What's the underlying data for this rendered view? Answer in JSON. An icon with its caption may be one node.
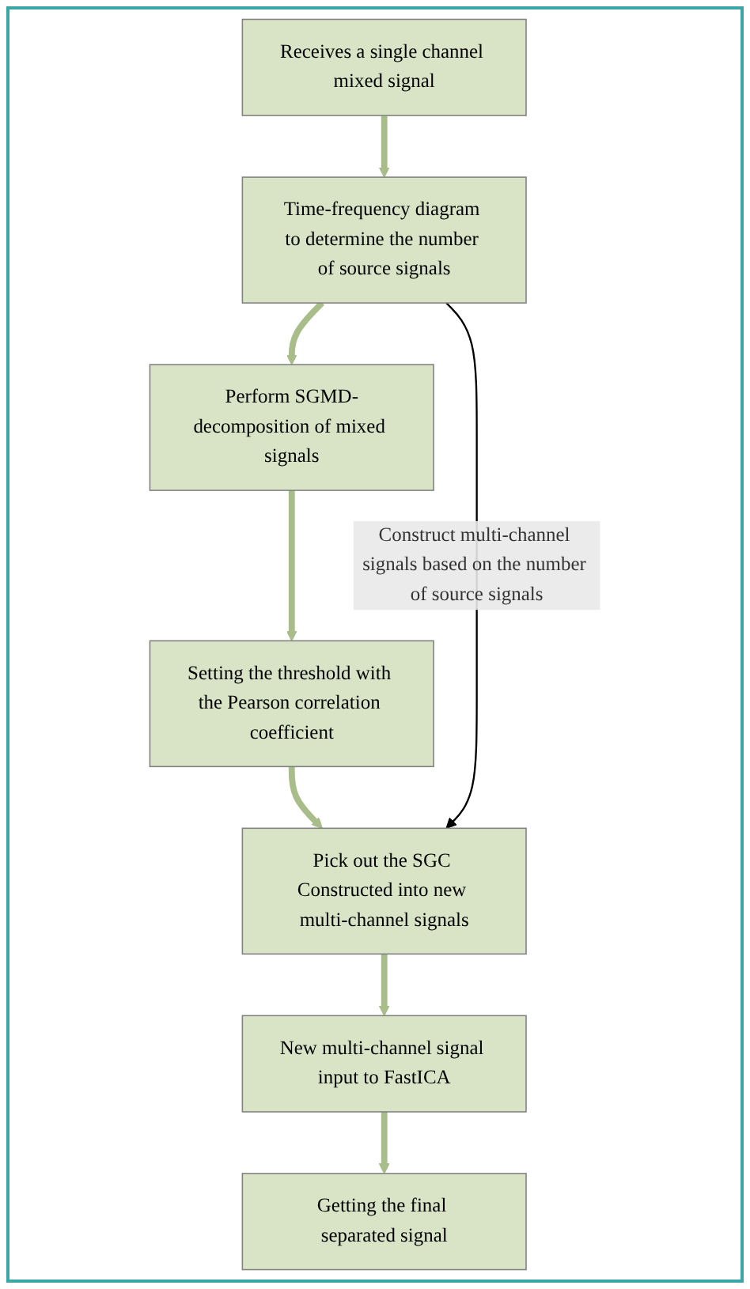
{
  "diagram": {
    "nodes": [
      {
        "text": [
          "Receives a single channel mixed signal"
        ]
      },
      {
        "text": [
          "Time-frequency diagram to determine the number of source signals"
        ]
      },
      {
        "text": [
          "Perform SGMD-decomposition of mixed signals"
        ]
      },
      {
        "text": [
          "Setting the threshold with the Pearson correlation coefficient"
        ]
      },
      {
        "text": [
          "Pick out the SGC Constructed into new multi-channel signals"
        ]
      },
      {
        "text": [
          "New multi-channel signal input to FastICA"
        ]
      },
      {
        "text": [
          "Getting the final separated signal"
        ]
      }
    ],
    "edges": [
      {
        "from": 0,
        "to": 1,
        "arrow": "to"
      },
      {
        "from": 1,
        "to": 2,
        "arrow": "to"
      },
      {
        "from": 2,
        "to": 3,
        "arrow": "to"
      },
      {
        "from": 3,
        "to": 4,
        "arrow": "to"
      },
      {
        "from": 1,
        "to": 4,
        "arrow": "to",
        "label": "Construct multi-channel signals based on the number of source signals",
        "color": "#000000"
      },
      {
        "from": 4,
        "to": 5,
        "arrow": "to"
      },
      {
        "from": 5,
        "to": 6,
        "arrow": "to"
      }
    ]
  }
}
